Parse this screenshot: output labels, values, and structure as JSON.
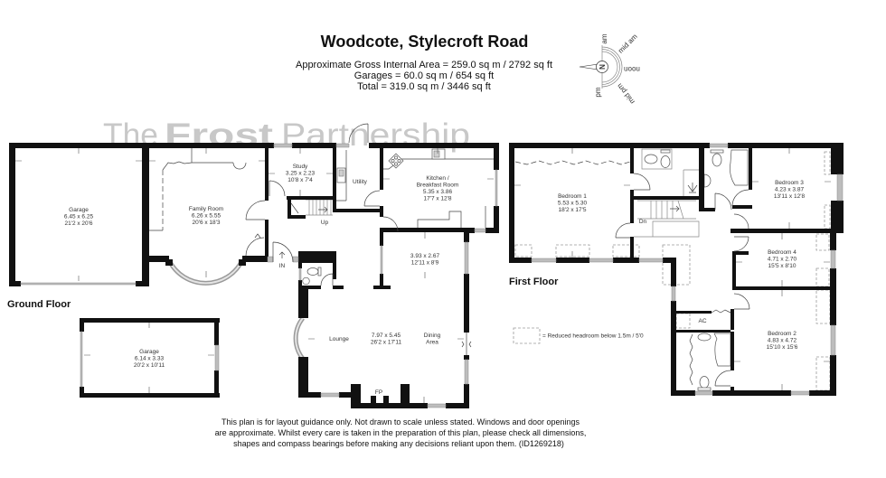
{
  "title": "Woodcote, Stylecroft Road",
  "areas": {
    "gross_internal": "Approximate Gross Internal Area = 259.0 sq m / 2792 sq ft",
    "garages": "Garages = 60.0 sq m / 654 sq ft",
    "total": "Total = 319.0 sq m / 3446 sq ft"
  },
  "compass": {
    "north": "N",
    "am": "am",
    "mid_am": "mid am",
    "noon": "noon",
    "mid_pm": "mid pm",
    "pm": "pm"
  },
  "watermark": {
    "the": "The",
    "frost": "Frost",
    "partnership": "Partnership"
  },
  "ground_floor": {
    "label": "Ground Floor",
    "garage": {
      "name": "Garage",
      "metric": "6.45 x 6.25",
      "imperial": "21'2 x 20'6"
    },
    "family_room": {
      "name": "Family Room",
      "metric": "6.26 x 5.55",
      "imperial": "20'6 x 18'3"
    },
    "study": {
      "name": "Study",
      "metric": "3.25 x 2.23",
      "imperial": "10'8 x 7'4"
    },
    "utility": {
      "name": "Utility"
    },
    "kitchen": {
      "name": "Kitchen /",
      "name_line2": "Breakfast Room",
      "metric": "5.35 x 3.86",
      "imperial": "17'7 x 12'8"
    },
    "dining_extension": {
      "metric": "3.93 x 2.67",
      "imperial": "12'11 x 8'9"
    },
    "lounge": {
      "name": "Lounge",
      "metric": "7.97 x 5.45",
      "imperial": "26'2 x 17'11"
    },
    "dining_area": {
      "name": "Dining",
      "name_line2": "Area"
    },
    "detached_garage": {
      "name": "Garage",
      "metric": "6.14 x 3.33",
      "imperial": "20'2 x 10'11"
    },
    "markers": {
      "entrance": "IN",
      "stairs_up": "Up",
      "fireplace": "FP"
    }
  },
  "first_floor": {
    "label": "First Floor",
    "bedroom_1": {
      "name": "Bedroom 1",
      "metric": "5.53 x 5.30",
      "imperial": "18'2 x 17'5"
    },
    "bedroom_2": {
      "name": "Bedroom 2",
      "metric": "4.83 x 4.72",
      "imperial": "15'10 x 15'6"
    },
    "bedroom_3": {
      "name": "Bedroom 3",
      "metric": "4.23 x 3.87",
      "imperial": "13'11 x 12'8"
    },
    "bedroom_4": {
      "name": "Bedroom 4",
      "metric": "4.71 x 2.70",
      "imperial": "15'5 x 8'10"
    },
    "airing_cupboard": {
      "name": "AC"
    },
    "markers": {
      "stairs_down": "Dn"
    }
  },
  "legend": {
    "reduced_headroom": "= Reduced headroom below 1.5m / 5'0"
  },
  "disclaimer": [
    "This plan is for layout guidance only. Not drawn to scale unless stated. Windows and door openings",
    "are approximate. Whilst every care is taken in the preparation of this plan, please check all dimensions,",
    "shapes and compass bearings before making any decisions reliant upon them. (ID1269218)"
  ],
  "colors": {
    "background": "#ffffff",
    "walls": "#111111",
    "windows": "#bdbdbd",
    "watermark": "#c8c8c8",
    "headroom_outline": "#9a9a9a"
  }
}
